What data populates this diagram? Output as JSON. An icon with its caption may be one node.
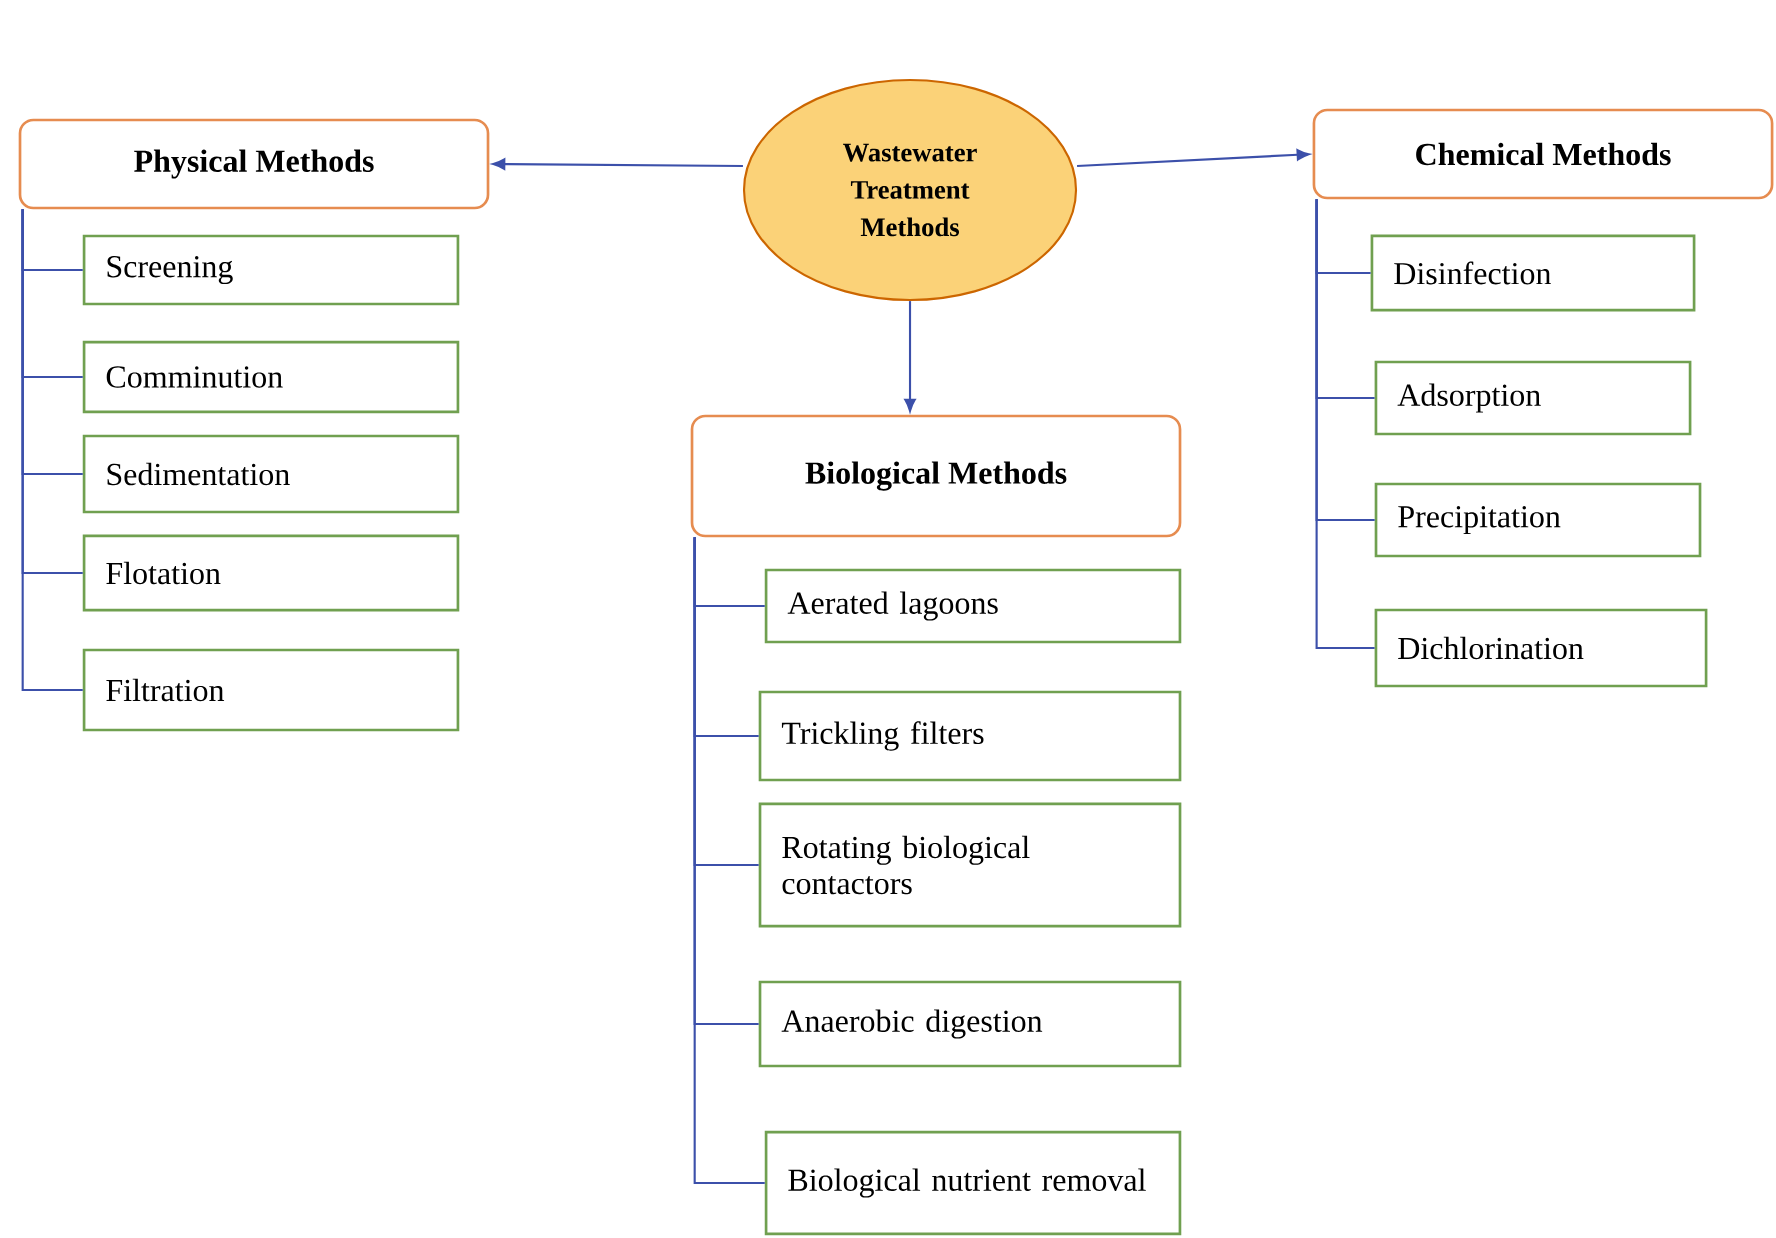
{
  "diagram": {
    "nodes": [
      {
        "text": [
          "Wastewater Treatment Methods"
        ]
      },
      {
        "text": [
          "Physical Methods"
        ]
      },
      {
        "text": [
          "Screening"
        ]
      },
      {
        "text": [
          "Comminution"
        ]
      },
      {
        "text": [
          "Sedimentation"
        ]
      },
      {
        "text": [
          "Flotation"
        ]
      },
      {
        "text": [
          "Filtration"
        ]
      },
      {
        "text": [
          "Chemical Methods"
        ]
      },
      {
        "text": [
          "Disinfection"
        ]
      },
      {
        "text": [
          "Adsorption"
        ]
      },
      {
        "text": [
          "Precipitation"
        ]
      },
      {
        "text": [
          "Dichlorination"
        ]
      },
      {
        "text": [
          "Biological Methods"
        ]
      },
      {
        "text": [
          "Aerated lagoons"
        ]
      },
      {
        "text": [
          "Trickling filters"
        ]
      },
      {
        "text": [
          "Rotating biological contactors"
        ]
      },
      {
        "text": [
          "Anaerobic digestion"
        ]
      },
      {
        "text": [
          "Biological nutrient removal"
        ]
      }
    ],
    "edges": [
      {
        "from": 0,
        "to": 1,
        "arrow": "to"
      },
      {
        "from": 0,
        "to": 7,
        "arrow": "to"
      },
      {
        "from": 0,
        "to": 12,
        "arrow": "to"
      },
      {
        "from": 1,
        "to": 2,
        "arrow": "none"
      },
      {
        "from": 1,
        "to": 3,
        "arrow": "none"
      },
      {
        "from": 1,
        "to": 4,
        "arrow": "none"
      },
      {
        "from": 1,
        "to": 5,
        "arrow": "none"
      },
      {
        "from": 1,
        "to": 6,
        "arrow": "none"
      },
      {
        "from": 7,
        "to": 8,
        "arrow": "none"
      },
      {
        "from": 7,
        "to": 9,
        "arrow": "none"
      },
      {
        "from": 7,
        "to": 10,
        "arrow": "none"
      },
      {
        "from": 7,
        "to": 11,
        "arrow": "none"
      },
      {
        "from": 12,
        "to": 13,
        "arrow": "none"
      },
      {
        "from": 12,
        "to": 14,
        "arrow": "none"
      },
      {
        "from": 12,
        "to": 15,
        "arrow": "none"
      },
      {
        "from": 12,
        "to": 16,
        "arrow": "none"
      },
      {
        "from": 12,
        "to": 17,
        "arrow": "none"
      }
    ]
  }
}
